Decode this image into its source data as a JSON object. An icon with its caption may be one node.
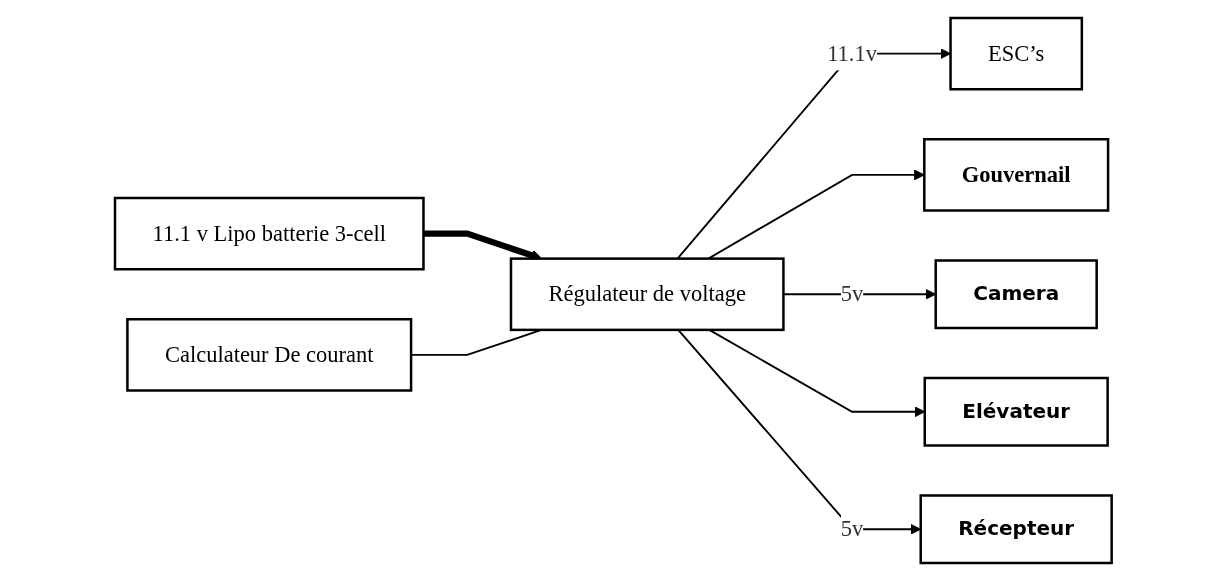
{
  "diagram": {
    "nodes": [
      {
        "text": [
          "ESC’s"
        ]
      },
      {
        "text": [
          "Calculateur De courant"
        ]
      },
      {
        "text": [
          "11.1 v Lipo batterie 3-cell"
        ]
      },
      {
        "text": [
          "Régulateur de voltage"
        ]
      },
      {
        "text": [
          "Gouvernail"
        ]
      },
      {
        "text": [
          "Camera"
        ]
      },
      {
        "text": [
          "Elévateur"
        ]
      },
      {
        "text": [
          "Récepteur"
        ]
      }
    ],
    "edges": [
      {
        "from": 2,
        "to": 3,
        "arrow": "to",
        "style": "thick"
      },
      {
        "from": 1,
        "to": 3,
        "arrow": "none"
      },
      {
        "from": 3,
        "to": 0,
        "arrow": "to",
        "label": "11.1v"
      },
      {
        "from": 3,
        "to": 4,
        "arrow": "to"
      },
      {
        "from": 3,
        "to": 5,
        "arrow": "to",
        "label": "5v"
      },
      {
        "from": 3,
        "to": 6,
        "arrow": "to"
      },
      {
        "from": 3,
        "to": 7,
        "arrow": "to",
        "label": "5v"
      }
    ]
  }
}
